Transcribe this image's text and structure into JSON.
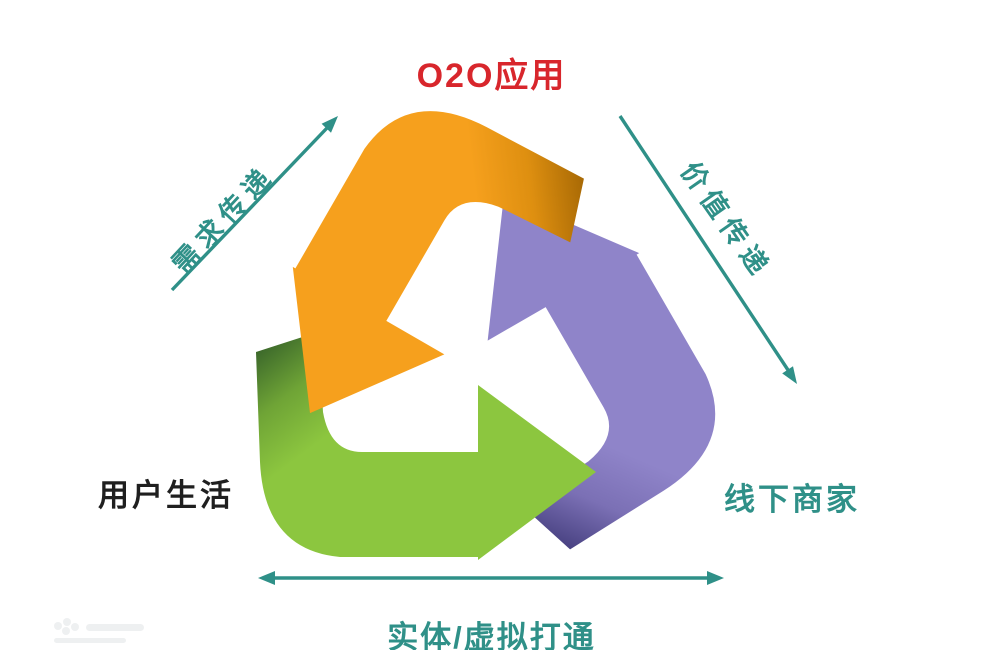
{
  "diagram": {
    "title": {
      "text": "O2O应用",
      "color": "#D8262C"
    },
    "recycle_symbol": {
      "arrows": [
        {
          "position": "top",
          "points_to": "lower-left",
          "color": "#F6A01D",
          "fold_shade": "#A96A05"
        },
        {
          "position": "right",
          "points_to": "up",
          "color": "#8F84C9",
          "fold_shade": "#4A4383"
        },
        {
          "position": "bottom",
          "points_to": "right",
          "color": "#8CC63F",
          "fold_shade": "#3D6A2B"
        }
      ]
    },
    "labels": {
      "user_life": "用户生活",
      "offline_merchant": "线下商家"
    },
    "flow_labels": {
      "demand": "需求传递",
      "value": "价值传递",
      "integration": "实体/虚拟打通"
    },
    "accent_color": "#2F9088",
    "text_color": "#1F1F1F",
    "background": "#FFFFFF"
  }
}
